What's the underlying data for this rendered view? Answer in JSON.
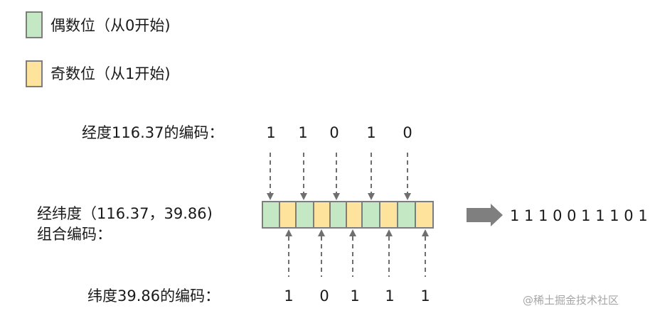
{
  "legend": {
    "even": {
      "label": "偶数位（从0开始)",
      "color": "#c4e8c4"
    },
    "odd": {
      "label": "奇数位（从1开始)",
      "color": "#fde39c"
    }
  },
  "longitude": {
    "label": "经度116.37的编码：",
    "bits": [
      "1",
      "1",
      "0",
      "1",
      "0"
    ]
  },
  "latitude": {
    "label": "纬度39.86的编码：",
    "bits": [
      "1",
      "0",
      "1",
      "1",
      "1"
    ]
  },
  "combined": {
    "label_line1": "经纬度（116.37，39.86)",
    "label_line2": "组合编码：",
    "result": "1 1 1 0 0 1 1 1 0 1",
    "cell_colors": [
      "even",
      "odd",
      "even",
      "odd",
      "even",
      "odd",
      "even",
      "odd",
      "even",
      "odd"
    ]
  },
  "colors": {
    "cell_border": "#7d7d7d",
    "arrow": "#6f6f6f",
    "big_arrow": "#7f7f7f"
  },
  "watermark": "@稀土掘金技术社区"
}
